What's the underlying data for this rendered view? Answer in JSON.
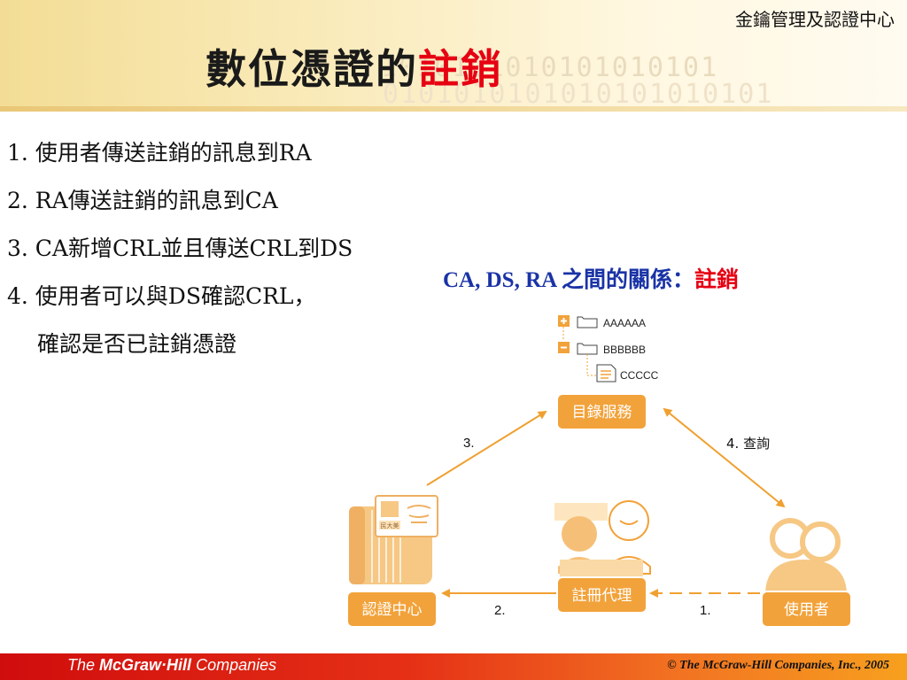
{
  "header": {
    "course": "金鑰管理及認證中心",
    "title_main": "數位憑證的",
    "title_accent": "註銷",
    "binary_row1": "1010101010101010101",
    "binary_row2": "10101010101010101010101"
  },
  "steps": [
    "1. 使用者傳送註銷的訊息到RA",
    "2. RA傳送註銷的訊息到CA",
    "3. CA新增CRL並且傳送CRL到DS",
    "4. 使用者可以與DS確認CRL，",
    "確認是否已註銷憑證"
  ],
  "relationship": {
    "main": "CA, DS, RA 之間的關係：",
    "accent": "註銷"
  },
  "diagram": {
    "nodes": {
      "directory": "目錄服務",
      "ca": "認證中心",
      "ra": "註冊代理",
      "user": "使用者"
    },
    "tree": [
      "AAAAAA",
      "BBBBBB",
      "CCCCC"
    ],
    "arrows": {
      "a1": "1.",
      "a2": "2.",
      "a3": "3.",
      "a4": "4. 查詢"
    },
    "id_card_label": "民大美",
    "colors": {
      "accent": "#f0a030",
      "label_fill": "#f2a23a"
    }
  },
  "footer": {
    "brand_the": "The ",
    "brand_name": "McGraw·Hill",
    "brand_companies": " Companies",
    "copyright": "© The McGraw-Hill Companies, Inc., 2005"
  }
}
